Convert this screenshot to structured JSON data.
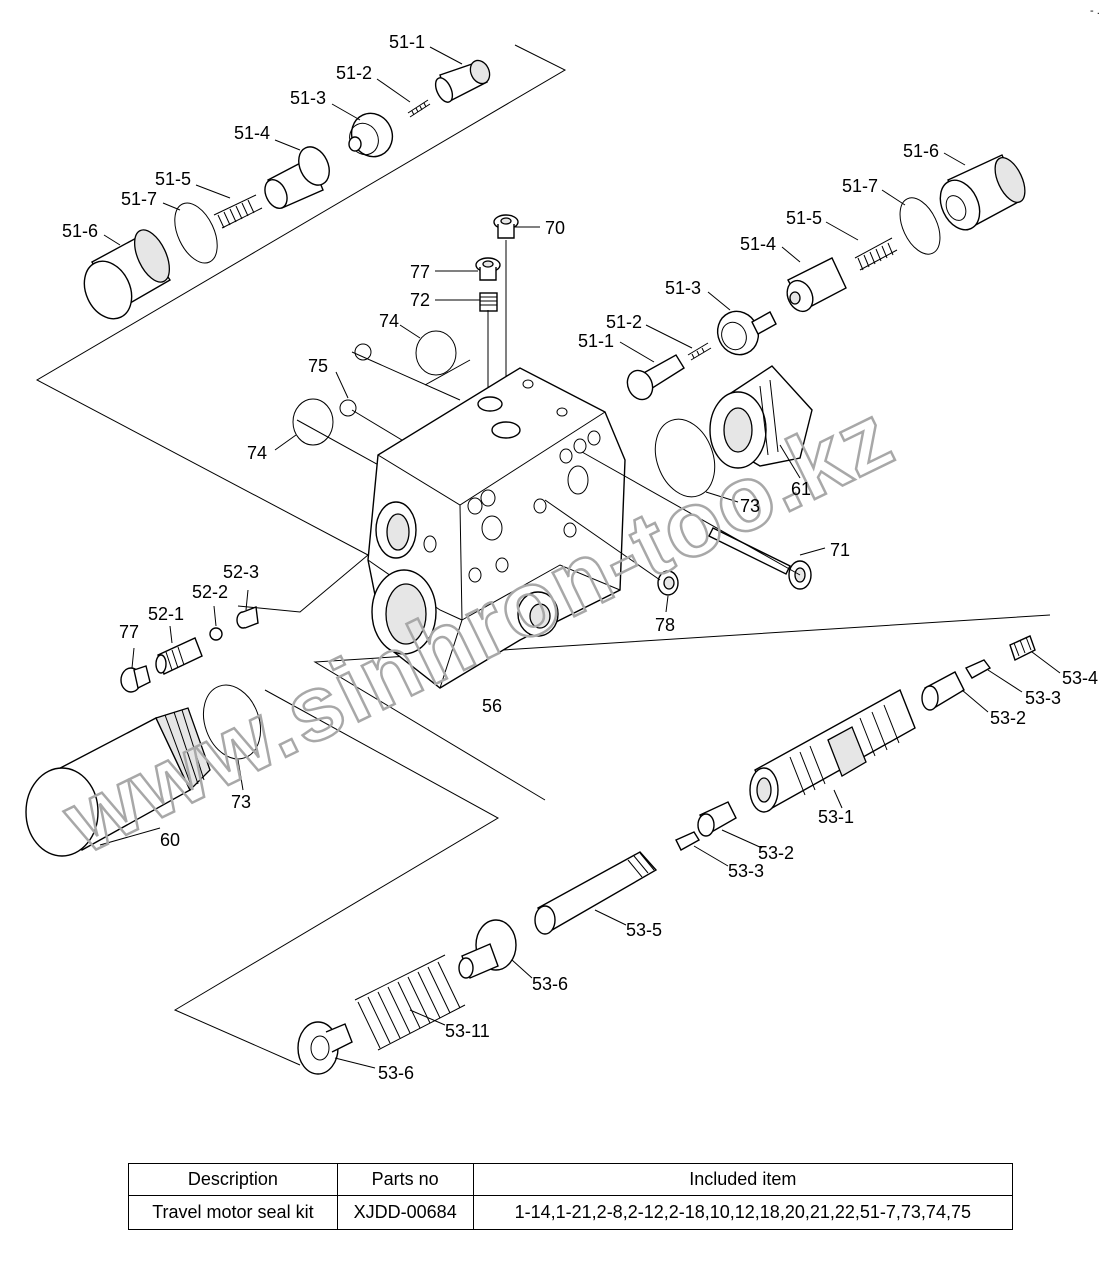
{
  "corner_mark": "- .",
  "watermark": "www.sinhron-too.kz",
  "callouts": {
    "c51_1_top": "51-1",
    "c51_2_top": "51-2",
    "c51_3_top": "51-3",
    "c51_4_top": "51-4",
    "c51_5_top": "51-5",
    "c51_7_top": "51-7",
    "c51_6_top": "51-6",
    "c51_6_right": "51-6",
    "c51_7_right": "51-7",
    "c51_5_right": "51-5",
    "c51_4_right": "51-4",
    "c51_3_right": "51-3",
    "c51_2_right": "51-2",
    "c51_1_right": "51-1",
    "c70": "70",
    "c77_top": "77",
    "c72": "72",
    "c74_top": "74",
    "c75": "75",
    "c74_left": "74",
    "c73_right": "73",
    "c61": "61",
    "c71": "71",
    "c78": "78",
    "c56": "56",
    "c52_3": "52-3",
    "c52_2": "52-2",
    "c52_1": "52-1",
    "c77_left": "77",
    "c73_left": "73",
    "c60": "60",
    "c53_4": "53-4",
    "c53_3_a": "53-3",
    "c53_2_a": "53-2",
    "c53_1": "53-1",
    "c53_2_b": "53-2",
    "c53_3_b": "53-3",
    "c53_5": "53-5",
    "c53_6_a": "53-6",
    "c53_11": "53-11",
    "c53_6_b": "53-6"
  },
  "table": {
    "headers": [
      "Description",
      "Parts no",
      "Included item"
    ],
    "rows": [
      [
        "Travel motor seal kit",
        "XJDD-00684",
        "1-14,1-21,2-8,2-12,2-18,10,12,18,20,21,22,51-7,73,74,75"
      ]
    ]
  }
}
